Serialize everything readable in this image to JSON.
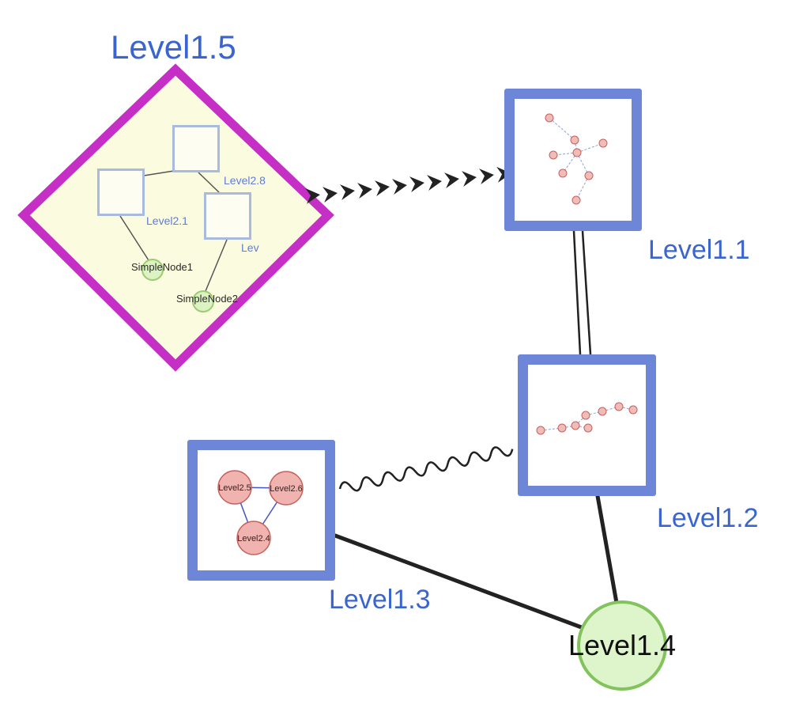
{
  "colors": {
    "label_blue": "#3a64d0",
    "diamond_border": "#c52fc5",
    "diamond_fill": "#fbfbdf",
    "box_border": "#6d86d8",
    "inner_square_border": "#a9badf",
    "pink_node_fill": "#f1bcb8",
    "pink_node_border": "#c4615c",
    "green_node_fill": "#ddf2c2",
    "green_node_border": "#9ccb72",
    "level14_fill": "#def4cb",
    "level14_border": "#83c35c",
    "edge_black": "#222222",
    "mini_edge_blue": "#8fa0e0"
  },
  "nodes": {
    "level1_5": {
      "label": "Level1.5",
      "shape": "diamond"
    },
    "level1_1": {
      "label": "Level1.1",
      "shape": "rect"
    },
    "level1_2": {
      "label": "Level1.2",
      "shape": "rect"
    },
    "level1_3": {
      "label": "Level1.3",
      "shape": "rect"
    },
    "level1_4": {
      "label": "Level1.4",
      "shape": "circle"
    },
    "level2_8": {
      "label": "Level2.8"
    },
    "level2_1": {
      "label": "Level2.1"
    },
    "lev": {
      "label": "Lev"
    },
    "simple_node_1": {
      "label": "SimpleNode1"
    },
    "simple_node_2": {
      "label": "SimpleNode2"
    },
    "level2_5": {
      "label": "Level2.5"
    },
    "level2_6": {
      "label": "Level2.6"
    },
    "level2_4": {
      "label": "Level2.4"
    }
  },
  "edges": [
    {
      "from": "Level1.5",
      "to": "Level1.1",
      "style": "bold-dashed-arrow"
    },
    {
      "from": "Level1.1",
      "to": "Level1.2",
      "style": "double-line"
    },
    {
      "from": "Level1.2",
      "to": "Level1.3",
      "style": "wavy"
    },
    {
      "from": "Level1.3",
      "to": "Level1.4",
      "style": "solid"
    },
    {
      "from": "Level1.2",
      "to": "Level1.4",
      "style": "solid"
    },
    {
      "from": "Level2.8",
      "to": "Level2.1",
      "style": "thin"
    },
    {
      "from": "Level2.8",
      "to": "Lev",
      "style": "thin"
    },
    {
      "from": "Level2.1",
      "to": "SimpleNode1",
      "style": "thin"
    },
    {
      "from": "Lev",
      "to": "SimpleNode2",
      "style": "thin"
    },
    {
      "from": "Level2.5",
      "to": "Level2.6",
      "style": "thin-blue"
    },
    {
      "from": "Level2.5",
      "to": "Level2.4",
      "style": "thin-blue"
    },
    {
      "from": "Level2.6",
      "to": "Level2.4",
      "style": "thin-blue"
    }
  ]
}
